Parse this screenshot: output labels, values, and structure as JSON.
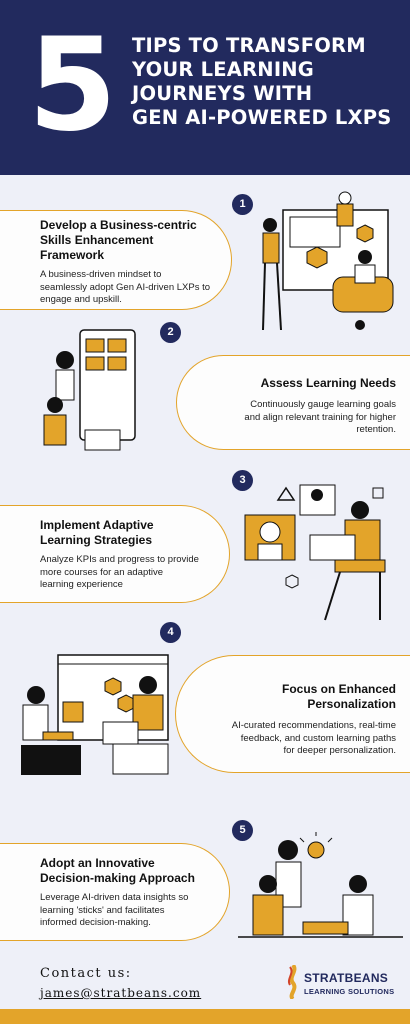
{
  "header": {
    "big_number": "5",
    "title_line1": "TIPS TO TRANSFORM",
    "title_line2": "YOUR LEARNING",
    "title_line3": "JOURNEYS WITH",
    "title_line4": "GEN AI-POWERED LXPS"
  },
  "tips": [
    {
      "number": "1",
      "title_line1": "Develop a Business-centric",
      "title_line2": "Skills Enhancement",
      "title_line3": "Framework",
      "desc_line1": "A business-driven mindset to",
      "desc_line2": "seamlessly adopt Gen AI-driven LXPs to",
      "desc_line3": "engage and upskill."
    },
    {
      "number": "2",
      "title_line1": "Assess Learning Needs",
      "desc_line1": "Continuously gauge learning goals",
      "desc_line2": "and align relevant training for higher",
      "desc_line3": "retention."
    },
    {
      "number": "3",
      "title_line1": "Implement Adaptive",
      "title_line2": "Learning Strategies",
      "desc_line1": "Analyze KPIs and progress to provide",
      "desc_line2": "more courses for an adaptive",
      "desc_line3": "learning experience"
    },
    {
      "number": "4",
      "title_line1": "Focus on Enhanced",
      "title_line2": "Personalization",
      "desc_line1": "AI-curated recommendations, real-time",
      "desc_line2": "feedback, and custom learning paths",
      "desc_line3": "for deeper personalization."
    },
    {
      "number": "5",
      "title_line1": "Adopt an Innovative",
      "title_line2": "Decision-making Approach",
      "desc_line1": "Leverage AI-driven data insights so",
      "desc_line2": "learning 'sticks' and facilitates",
      "desc_line3": "informed decision-making."
    }
  ],
  "footer": {
    "contact_label": "Contact us:",
    "email": "james@stratbeans.com",
    "logo_name": "STRATBEANS",
    "logo_sub": "LEARNING SOLUTIONS"
  },
  "colors": {
    "navy": "#222a5e",
    "accent": "#e3a42a",
    "background": "#eef0f8"
  }
}
